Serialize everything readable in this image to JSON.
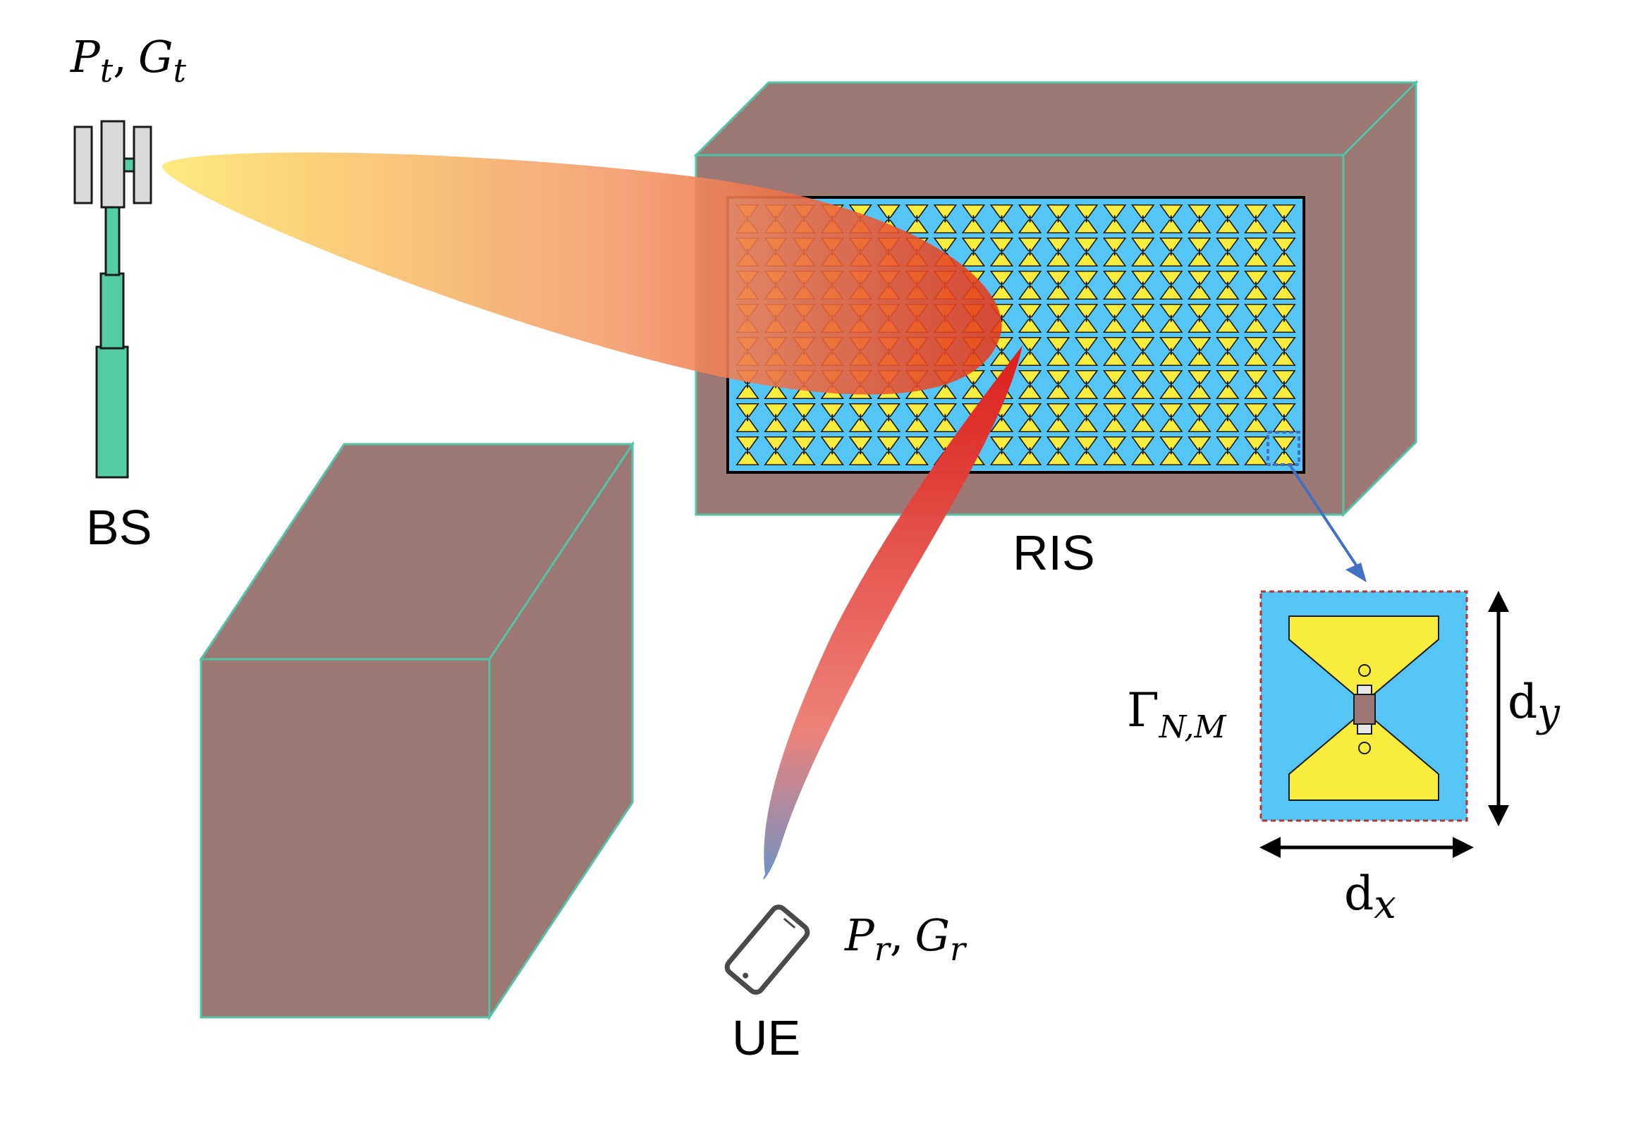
{
  "labels": {
    "tx_power": "P",
    "tx_power_sub": "t",
    "tx_gain": "G",
    "tx_gain_sub": "t",
    "sep": ",",
    "bs": "BS",
    "ris": "RIS",
    "ue": "UE",
    "rx_power": "P",
    "rx_power_sub": "r",
    "rx_gain": "G",
    "rx_gain_sub": "r",
    "gamma": "Γ",
    "gamma_sub": "N,M",
    "dy": "d",
    "dy_sub": "y",
    "dx": "d",
    "dx_sub": "x"
  },
  "colors": {
    "building": "#9c7874",
    "building_edge": "#53c3a8",
    "ris_panel": "#54c5f5",
    "element": "#f8ec3e",
    "tower": "#55cda3",
    "beam_tx_start": "#fde97a",
    "beam_tx_end": "#e53818",
    "beam_rx_start": "#dd1d1a",
    "beam_rx_end": "#6e92c6",
    "zoom_arrow": "#4470c4",
    "zoom_box": "#b83236"
  },
  "icons": [
    "cell-tower-icon",
    "smartphone-icon"
  ],
  "ris_grid": {
    "rows": 8,
    "cols": 20
  }
}
